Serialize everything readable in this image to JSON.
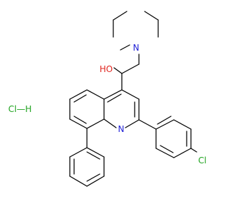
{
  "molecule": {
    "labels": {
      "nitrogen_amine": "N",
      "nitrogen_ring": "N",
      "hydroxyl": "HO",
      "chlorine": "Cl",
      "salt": "Cl—H"
    },
    "colors": {
      "bond": "#000000",
      "nitrogen": "#1f1fd6",
      "oxygen": "#e0261f",
      "chlorine": "#1fa31f"
    }
  }
}
